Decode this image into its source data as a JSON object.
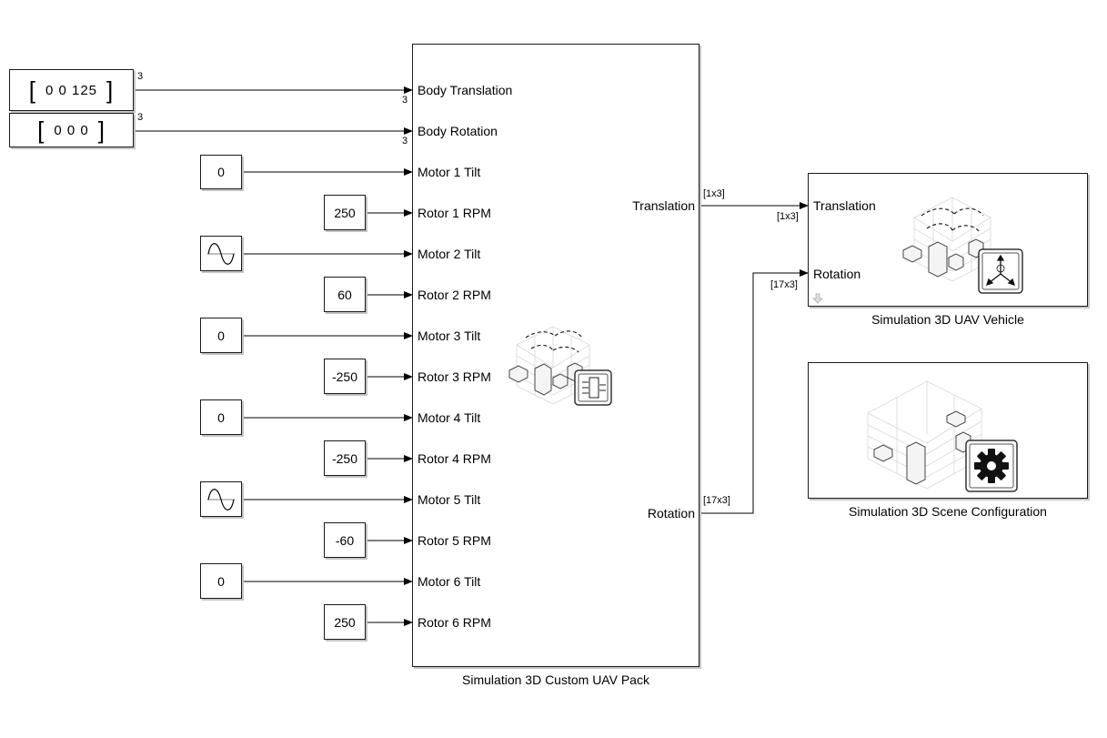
{
  "vectors": {
    "body_translation": "0 0 125",
    "body_rotation": "0 0 0"
  },
  "constants": {
    "motor1_tilt": "0",
    "rotor1_rpm": "250",
    "rotor2_rpm": "60",
    "motor3_tilt": "0",
    "rotor3_rpm": "-250",
    "motor4_tilt": "0",
    "rotor4_rpm": "-250",
    "rotor5_rpm": "-60",
    "motor6_tilt": "0",
    "rotor6_rpm": "250"
  },
  "pack": {
    "caption": "Simulation 3D Custom UAV Pack",
    "inputs": [
      "Body Translation",
      "Body Rotation",
      "Motor 1 Tilt",
      "Rotor 1 RPM",
      "Motor 2 Tilt",
      "Rotor 2 RPM",
      "Motor 3 Tilt",
      "Rotor 3 RPM",
      "Motor 4 Tilt",
      "Rotor 4 RPM",
      "Motor 5 Tilt",
      "Rotor 5 RPM",
      "Motor 6 Tilt",
      "Rotor 6 RPM"
    ],
    "outputs": [
      "Translation",
      "Rotation"
    ]
  },
  "vehicle": {
    "caption": "Simulation 3D UAV Vehicle",
    "inputs": [
      "Translation",
      "Rotation"
    ]
  },
  "scene": {
    "caption": "Simulation 3D Scene Configuration"
  },
  "signals": {
    "width3": "3",
    "trans_dim": "[1x3]",
    "rot_dim": "[17x3]"
  },
  "icons": {
    "sine": "sine-wave-icon",
    "pack": "uav-scene-icon",
    "vehicle_badge": "axes-icon",
    "scene_badge": "gear-icon"
  }
}
